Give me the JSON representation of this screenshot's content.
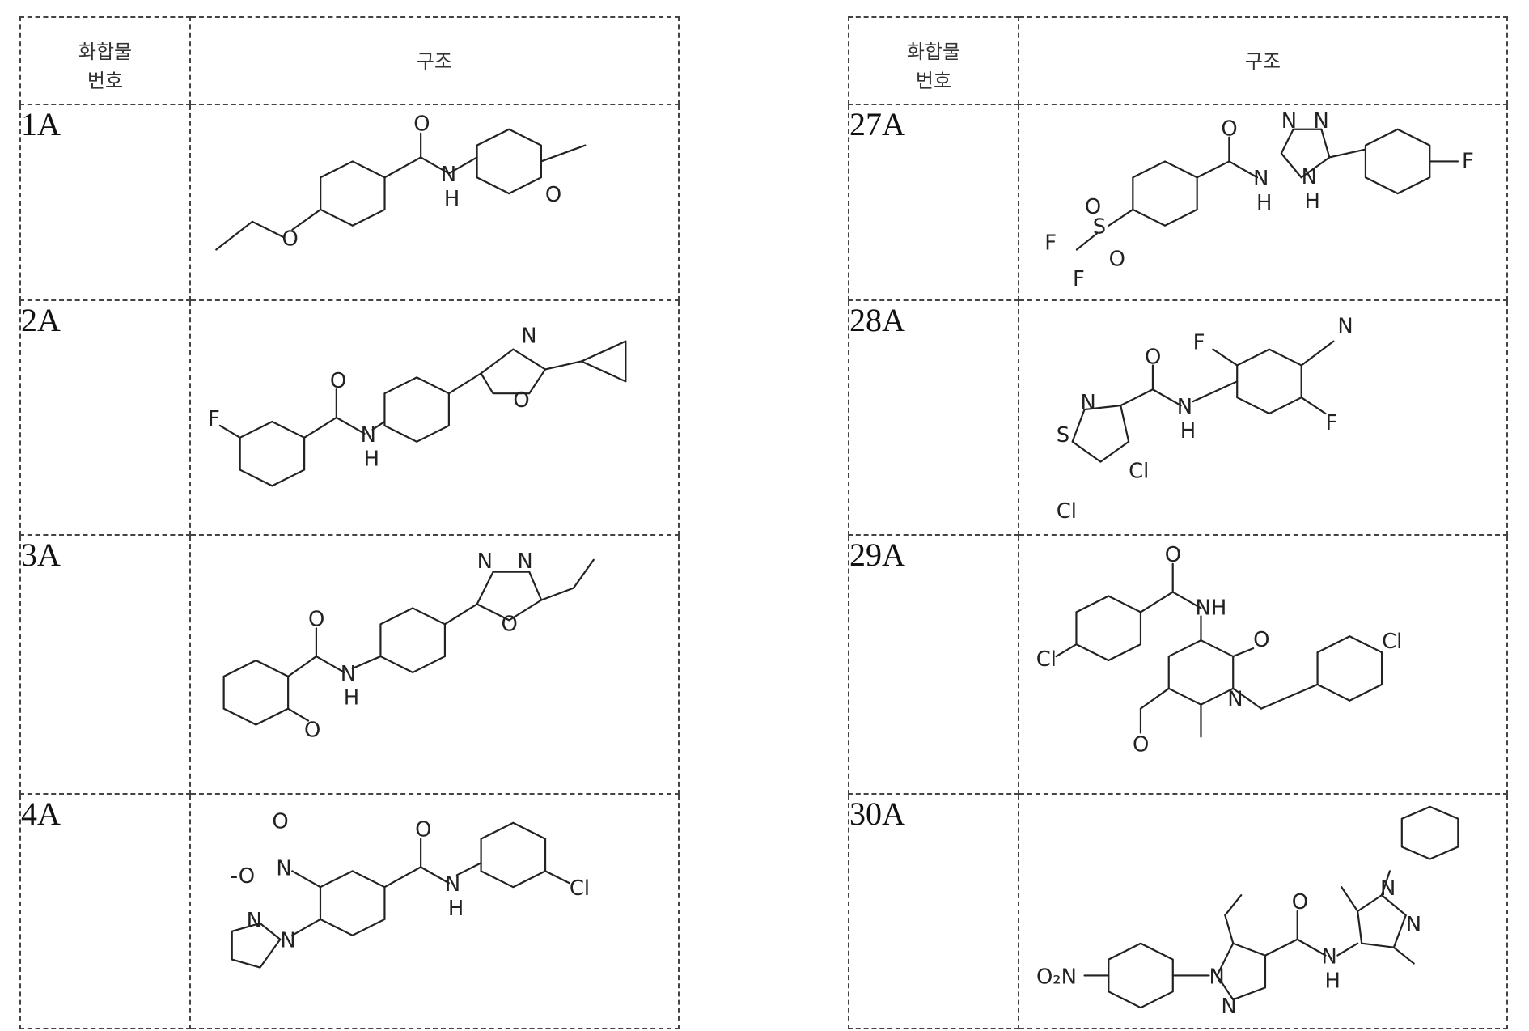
{
  "left_table": {
    "header": {
      "id": "화합물\n번호",
      "structure": "구조"
    },
    "rows": [
      {
        "id": "1A"
      },
      {
        "id": "2A"
      },
      {
        "id": "3A"
      },
      {
        "id": "4A"
      }
    ]
  },
  "right_table": {
    "header": {
      "id": "화합물\n번호",
      "structure": "구조"
    },
    "rows": [
      {
        "id": "27A"
      },
      {
        "id": "28A"
      },
      {
        "id": "29A"
      },
      {
        "id": "30A"
      }
    ]
  }
}
